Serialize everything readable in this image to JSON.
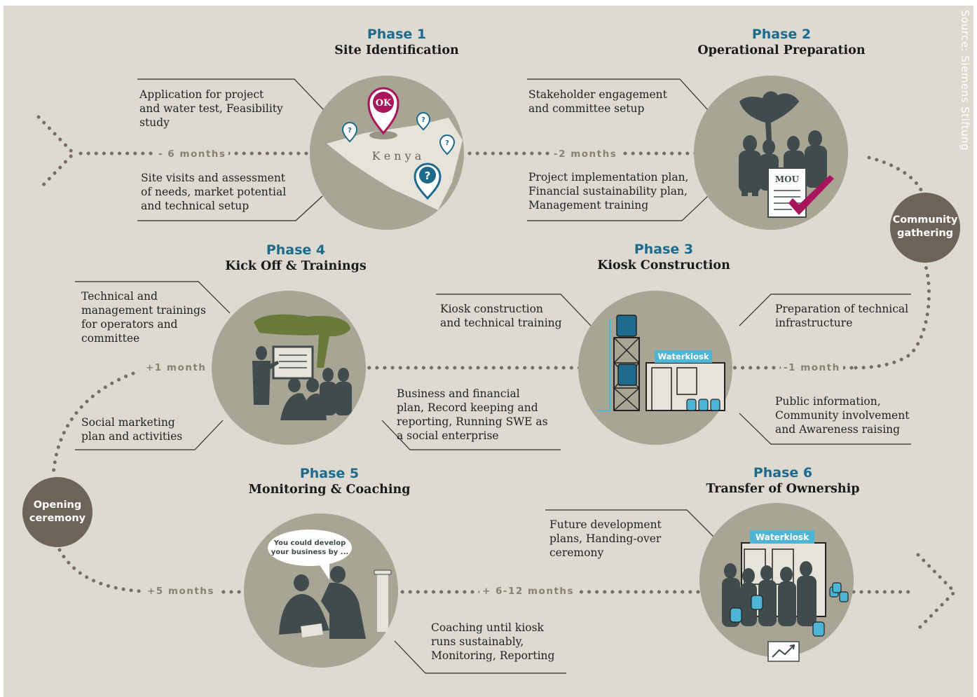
{
  "source": "Source: Siemens Stiftung",
  "colors": {
    "background": "#dcdad1",
    "circle": "#a9a595",
    "silhouette": "#3f4b4c",
    "title_blue": "#1d6a8d",
    "bubble_brown": "#6e6359",
    "dots": "#7a6c60",
    "accent_magenta": "#a8155a",
    "water_blue": "#4db6d6"
  },
  "phases": [
    {
      "number": "Phase 1",
      "title": "Site Identification",
      "icon": "kenya-map-icon",
      "texts": [
        "Application for project\nand water test, Feasibility\nstudy",
        "Site visits and assessment\nof needs, market potential\nand technical setup"
      ]
    },
    {
      "number": "Phase 2",
      "title": "Operational  Preparation",
      "icon": "mou-group-icon",
      "texts": [
        "Stakeholder engagement\nand committee setup",
        "Project implementation plan,\nFinancial sustainability plan,\nManagement training"
      ]
    },
    {
      "number": "Phase 3",
      "title": "Kiosk Construction",
      "icon": "kiosk-construction-icon",
      "texts": [
        "Kiosk construction\nand technical training",
        "Preparation of technical\ninfrastructure",
        "Public information,\nCommunity involvement\nand Awareness raising"
      ]
    },
    {
      "number": "Phase 4",
      "title": "Kick Off & Trainings",
      "icon": "training-icon",
      "texts": [
        "Technical and\nmanagement trainings\nfor operators and\ncommittee",
        "Social marketing\nplan and activities",
        "Business and financial\nplan, Record keeping and\nreporting, Running SWE as\na social enterprise"
      ]
    },
    {
      "number": "Phase 5",
      "title": "Monitoring & Coaching",
      "icon": "coaching-icon",
      "texts": [
        "Coaching until kiosk\nruns sustainably,\nMonitoring, Reporting"
      ]
    },
    {
      "number": "Phase 6",
      "title": "Transfer of Ownership",
      "icon": "ownership-icon",
      "texts": [
        "Future development\nplans, Handing-over\nceremony"
      ]
    }
  ],
  "durations": [
    "- 6 months",
    "-2 months",
    "-1 month",
    "+1 month",
    "+5 months",
    "+ 6-12 months"
  ],
  "events": [
    "Community\ngathering",
    "Opening\nceremony"
  ],
  "icon_labels": {
    "ok": "OK",
    "question": "?",
    "kenya": "K e n y a",
    "mou": "MOU",
    "waterkiosk": "Waterkiosk",
    "speech": "You could develop\nyour business by ..."
  }
}
